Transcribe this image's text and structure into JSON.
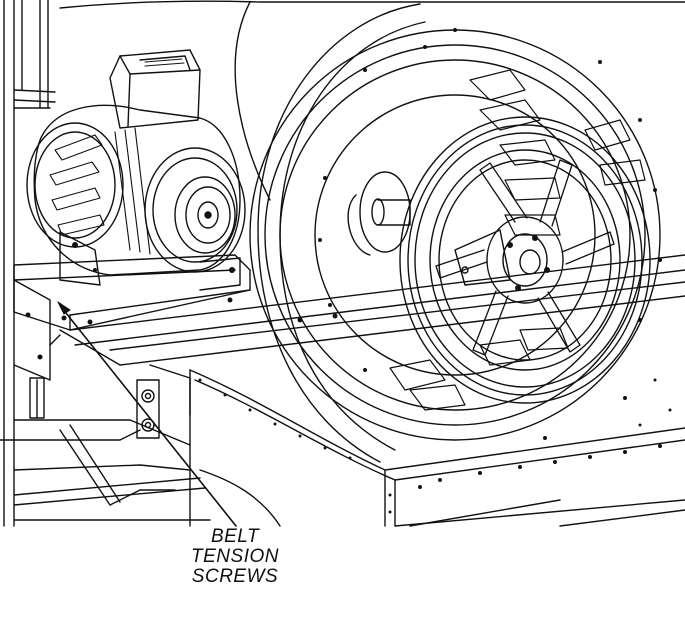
{
  "callout": {
    "lines": [
      "BELT",
      "TENSION",
      "SCREWS"
    ]
  },
  "colors": {
    "line": "#111111",
    "background": "#ffffff"
  }
}
